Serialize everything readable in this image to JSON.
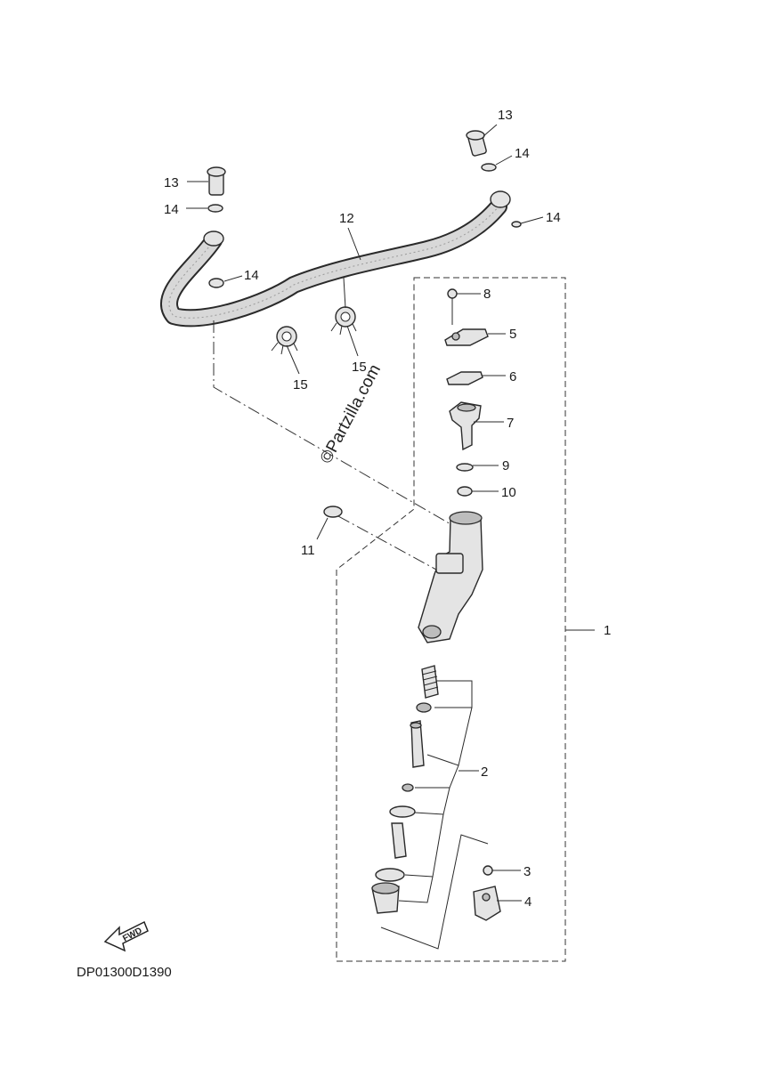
{
  "diagram": {
    "callouts": [
      {
        "label": "1",
        "name": "rear-master-cylinder-assembly"
      },
      {
        "label": "2",
        "name": "master-cylinder-kit"
      },
      {
        "label": "3",
        "name": "part-3"
      },
      {
        "label": "4",
        "name": "part-4"
      },
      {
        "label": "5",
        "name": "reservoir-cap"
      },
      {
        "label": "6",
        "name": "diaphragm"
      },
      {
        "label": "7",
        "name": "reservoir"
      },
      {
        "label": "8",
        "name": "cap-screw"
      },
      {
        "label": "9",
        "name": "part-9"
      },
      {
        "label": "10",
        "name": "part-10"
      },
      {
        "label": "11",
        "name": "part-11"
      },
      {
        "label": "12",
        "name": "brake-hose"
      },
      {
        "label": "13",
        "name": "union-bolt"
      },
      {
        "label": "14",
        "name": "gasket"
      },
      {
        "label": "15",
        "name": "hose-clamp"
      }
    ],
    "watermark": "©Partzilla.com",
    "fwd_label": "FWD",
    "diagram_code": "DP01300D1390"
  }
}
